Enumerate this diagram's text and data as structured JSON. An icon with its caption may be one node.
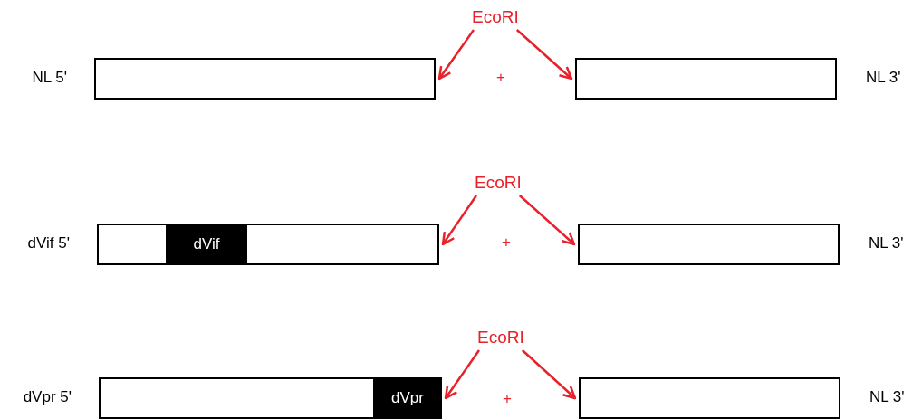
{
  "diagram": {
    "nodes": [
      {
        "text": [
          "EcoRI"
        ]
      },
      {
        "text": [],
        "shape": "bar",
        "beside": [
          "NL 5'"
        ]
      },
      {
        "text": [],
        "shape": "bar",
        "beside": [
          "NL 3'"
        ]
      },
      {
        "text": [
          "EcoRI"
        ]
      },
      {
        "text": [],
        "shape": "bar",
        "beside": [
          "dVif 5'"
        ]
      },
      {
        "text": [
          "dVif"
        ],
        "in": 4
      },
      {
        "text": [],
        "shape": "bar",
        "beside": [
          "NL 3'"
        ]
      },
      {
        "text": [
          "EcoRI"
        ]
      },
      {
        "text": [],
        "shape": "bar",
        "beside": [
          "dVpr 5'"
        ]
      },
      {
        "text": [
          "dVpr"
        ],
        "in": 8
      },
      {
        "text": [],
        "shape": "bar",
        "beside": [
          "NL 3'"
        ]
      }
    ],
    "edges": [
      {
        "from": 0,
        "to": 1,
        "arrow": "to"
      },
      {
        "from": 0,
        "to": 2,
        "arrow": "to"
      },
      {
        "from": 3,
        "to": 4,
        "arrow": "to"
      },
      {
        "from": 3,
        "to": 6,
        "arrow": "to"
      },
      {
        "from": 7,
        "to": 8,
        "arrow": "to"
      },
      {
        "from": 7,
        "to": 10,
        "arrow": "to"
      }
    ],
    "labels": [
      "+",
      "+",
      "+"
    ]
  }
}
